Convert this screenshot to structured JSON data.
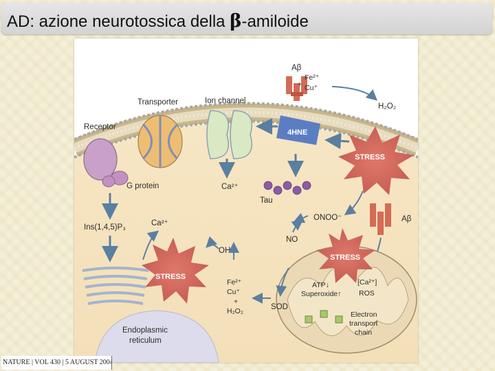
{
  "slide": {
    "title_prefix": "AD: azione neurotossica della ",
    "title_beta": "β",
    "title_suffix": "-amiloide"
  },
  "figure": {
    "labels": {
      "abeta_top": "Aβ",
      "fe2": "Fe²⁺",
      "plus_top": "+",
      "cu_top": "Cu⁺",
      "h2o2_top": "H₂O₂",
      "transporter": "Transporter",
      "ion_channel": "Ion channel",
      "receptor": "Receptor",
      "fourhne": "4HNE",
      "stress_membrane": "STRESS",
      "g_protein": "G protein",
      "ca_channel": "Ca²⁺",
      "tau": "Tau",
      "ins": "Ins(1,4,5)P₃",
      "ca_er": "Ca²⁺",
      "onoo": "ONOO⁻",
      "abeta_right": "Aβ",
      "no": "NO",
      "oh": "OH⁻",
      "stress_er": "STRESS",
      "stress_mito": "STRESS",
      "fe2_b": "Fe²⁺",
      "cu_b": "Cu⁺",
      "plus_b": "+",
      "h2o2_b": "H₂O₂",
      "atp": "ATP↓",
      "superoxide": "Superoxide↑",
      "ca_mito": "[Ca²⁺]",
      "ros": "ROS",
      "sod": "SOD",
      "electron": "Electron",
      "transport": "transport",
      "chain": "chain",
      "endoplasmic": "Endoplasmic",
      "reticulum": "reticulum"
    }
  },
  "citation": "NATURE | VOL 430 | 5 AUGUST 2004 | "
}
